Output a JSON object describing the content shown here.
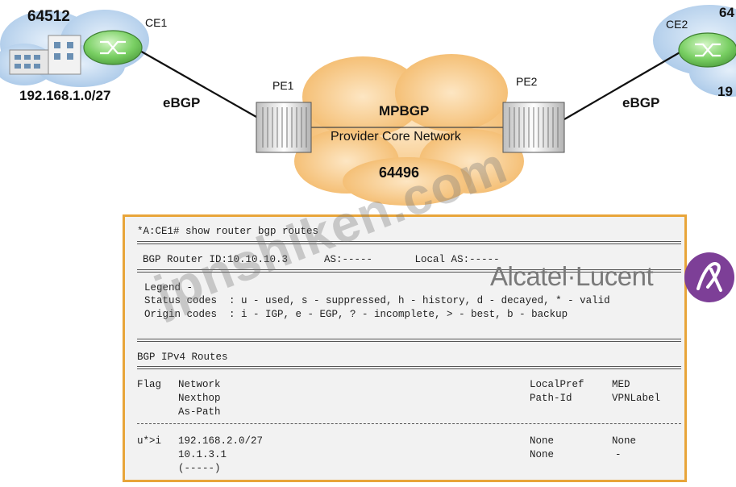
{
  "topology": {
    "ce1": {
      "as_number": "64512",
      "label": "CE1",
      "subnet": "192.168.1.0/27"
    },
    "ce2": {
      "as_number": "64",
      "label": "CE2",
      "subnet": "19"
    },
    "pe1": {
      "label": "PE1"
    },
    "pe2": {
      "label": "PE2"
    },
    "link_left_label": "eBGP",
    "link_right_label": "eBGP",
    "core": {
      "protocol": "MPBGP",
      "name": "Provider Core Network",
      "as_number": "64496"
    }
  },
  "terminal": {
    "prompt": "*A:CE1# show router bgp routes",
    "header_line": "BGP Router ID:10.10.10.3      AS:-----       Local AS:-----",
    "legend_title": "Legend -",
    "status_codes": "Status codes  : u - used, s - suppressed, h - history, d - decayed, * - valid",
    "origin_codes": "Origin codes  : i - IGP, e - EGP, ? - incomplete, > - best, b - backup",
    "section_title": "BGP IPv4 Routes",
    "columns": {
      "flag": "Flag",
      "network": "Network",
      "nexthop": "Nexthop",
      "as_path": "As-Path",
      "localpref": "LocalPref",
      "path_id": "Path-Id",
      "med": "MED",
      "vpnlabel": "VPNLabel"
    },
    "routes": [
      {
        "flag": "u*>i",
        "network": "192.168.2.0/27",
        "nexthop": "10.1.3.1",
        "as_path": "(-----)",
        "localpref": "None",
        "path_id": "None",
        "med": "None",
        "vpnlabel": "-"
      }
    ]
  },
  "watermark": "jpnshiken.com",
  "logo_text": "Alcatel·Lucent",
  "colors": {
    "cloud_blue": "#bcd6ef",
    "cloud_orange": "#f7c98a",
    "router_green": "#7fd46a",
    "terminal_border": "#e8a53a",
    "terminal_bg": "#f2f2f2",
    "logo_purple": "#7d3f97"
  }
}
